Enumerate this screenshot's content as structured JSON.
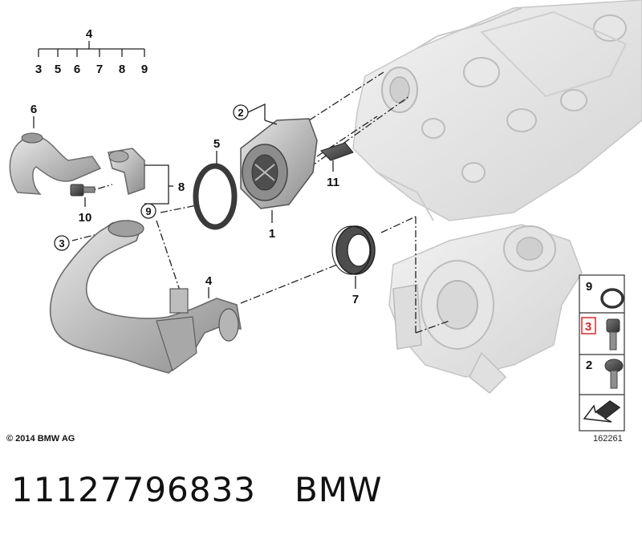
{
  "tree": {
    "parent": "4",
    "children": [
      "3",
      "5",
      "6",
      "7",
      "8",
      "9"
    ]
  },
  "callouts": {
    "c1": "1",
    "c2": "2",
    "c3": "3",
    "c4": "4",
    "c5": "5",
    "c6": "6",
    "c7": "7",
    "c8": "8",
    "c9": "9",
    "c10": "10",
    "c11": "11"
  },
  "legend": {
    "row1": "9",
    "row2": "3",
    "row3": "2"
  },
  "copyright": "© 2014 BMW AG",
  "diagram_id": "162261",
  "part_number": "11127796833",
  "brand": "BMW"
}
